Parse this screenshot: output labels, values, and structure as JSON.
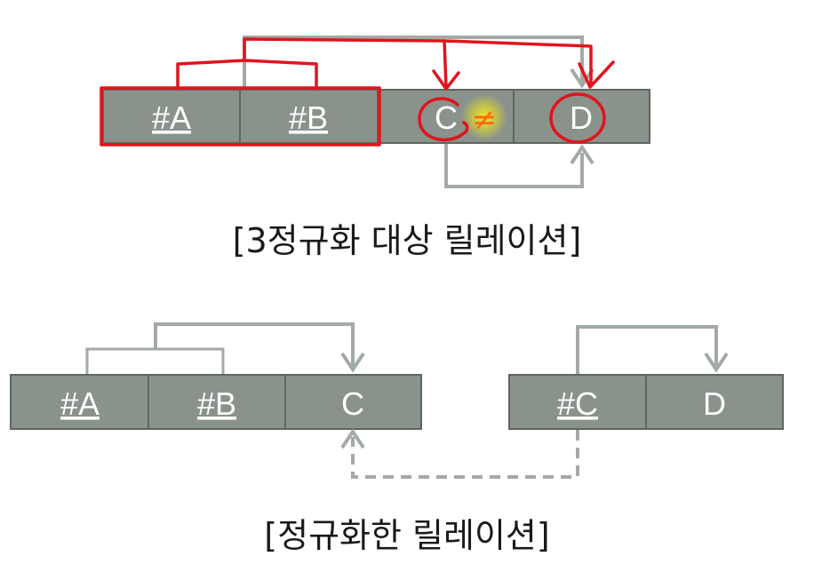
{
  "top": {
    "cells": [
      "#A",
      "#B",
      "C",
      "D"
    ],
    "caption": "[3정규화 대상 릴레이션]",
    "annotation": "≠"
  },
  "bottom": {
    "left_cells": [
      "#A",
      "#B",
      "C"
    ],
    "right_cells": [
      "#C",
      "D"
    ],
    "caption": "[정규화한 릴레이션]"
  },
  "colors": {
    "cell_fill": "#8a928c",
    "cell_border": "#5f6661",
    "line": "#a3aaa5",
    "ink_red": "#e0141c",
    "highlight": "#f2e81a"
  }
}
